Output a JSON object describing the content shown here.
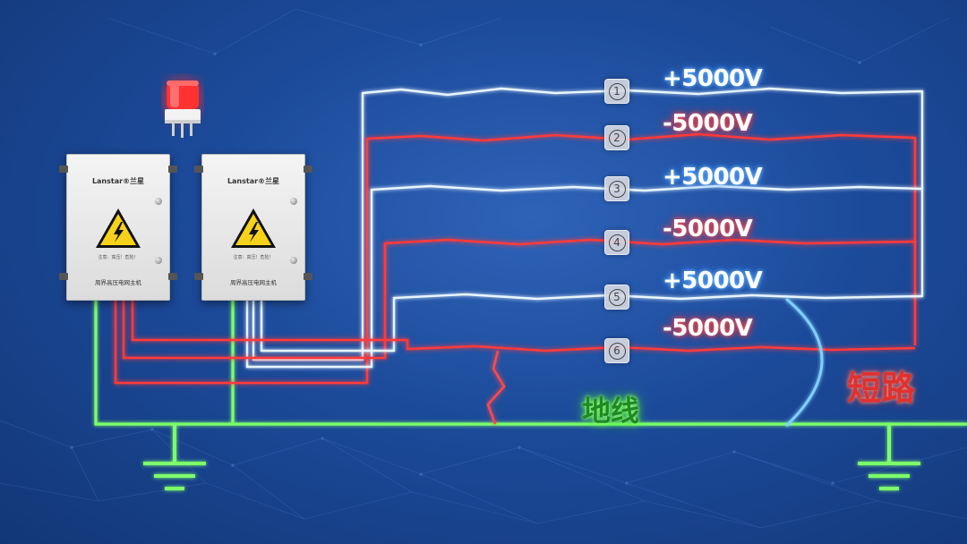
{
  "controllers": [
    {
      "brand": "Lanstar®兰星",
      "warning": "注意：高压！危险！",
      "name": "周界高压电网主机"
    },
    {
      "brand": "Lanstar®兰星",
      "warning": "注意：高压！危险！",
      "name": "周界高压电网主机"
    }
  ],
  "wires": [
    {
      "number": "1",
      "symbol": "①",
      "voltage": "+5000V",
      "polarity": "positive"
    },
    {
      "number": "2",
      "symbol": "②",
      "voltage": "-5000V",
      "polarity": "negative"
    },
    {
      "number": "3",
      "symbol": "③",
      "voltage": "+5000V",
      "polarity": "positive"
    },
    {
      "number": "4",
      "symbol": "④",
      "voltage": "-5000V",
      "polarity": "negative"
    },
    {
      "number": "5",
      "symbol": "⑤",
      "voltage": "+5000V",
      "polarity": "positive"
    },
    {
      "number": "6",
      "symbol": "⑥",
      "voltage": "-5000V",
      "polarity": "negative"
    }
  ],
  "labels": {
    "ground": "地线",
    "short_circuit": "短路"
  },
  "colors": {
    "positive_wire": "#dff3ff",
    "negative_wire": "#ff3b3b",
    "ground_wire": "#7dff6a",
    "short_arc": "#7fd0ff",
    "alarm": "#ff2a2a",
    "background": "#1c4a9a"
  },
  "icons": {
    "alarm": "alarm-light-icon",
    "high_voltage": "high-voltage-warning-icon",
    "ground": "ground-symbol-icon"
  }
}
